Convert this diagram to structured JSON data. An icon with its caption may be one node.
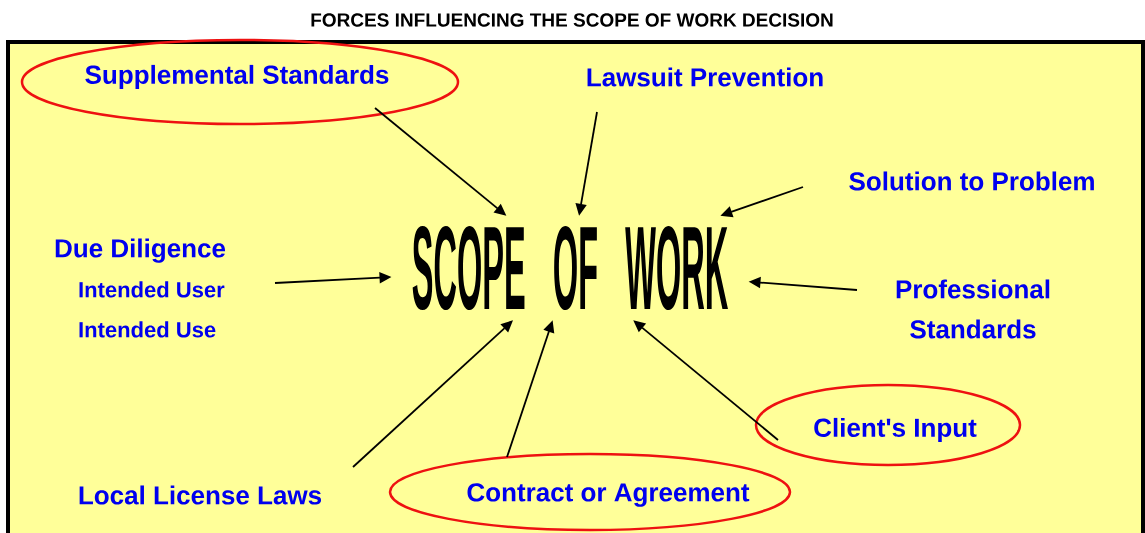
{
  "diagram": {
    "title": "FORCES INFLUENCING THE SCOPE OF WORK DECISION",
    "nodes": [
      {
        "text": [
          "Supplemental Standards"
        ]
      },
      {
        "text": [
          "Lawsuit Prevention"
        ]
      },
      {
        "text": [
          "Solution to Problem"
        ]
      },
      {
        "text": [
          "Due Diligence",
          "Intended User",
          "Intended Use"
        ]
      },
      {
        "text": [
          "SCOPE OF WORK"
        ]
      },
      {
        "text": [
          "Professional Standards"
        ]
      },
      {
        "text": [
          "Client's Input"
        ]
      },
      {
        "text": [
          "Local License Laws"
        ]
      },
      {
        "text": [
          "Contract or Agreement"
        ]
      }
    ],
    "edges": [
      {
        "from": 0,
        "to": 4,
        "arrow": "to"
      },
      {
        "from": 1,
        "to": 4,
        "arrow": "to"
      },
      {
        "from": 2,
        "to": 4,
        "arrow": "to"
      },
      {
        "from": 3,
        "to": 4,
        "arrow": "to"
      },
      {
        "from": 5,
        "to": 4,
        "arrow": "to"
      },
      {
        "from": 6,
        "to": 4,
        "arrow": "to"
      },
      {
        "from": 7,
        "to": 4,
        "arrow": "to"
      },
      {
        "from": 8,
        "to": 4,
        "arrow": "to"
      }
    ]
  }
}
